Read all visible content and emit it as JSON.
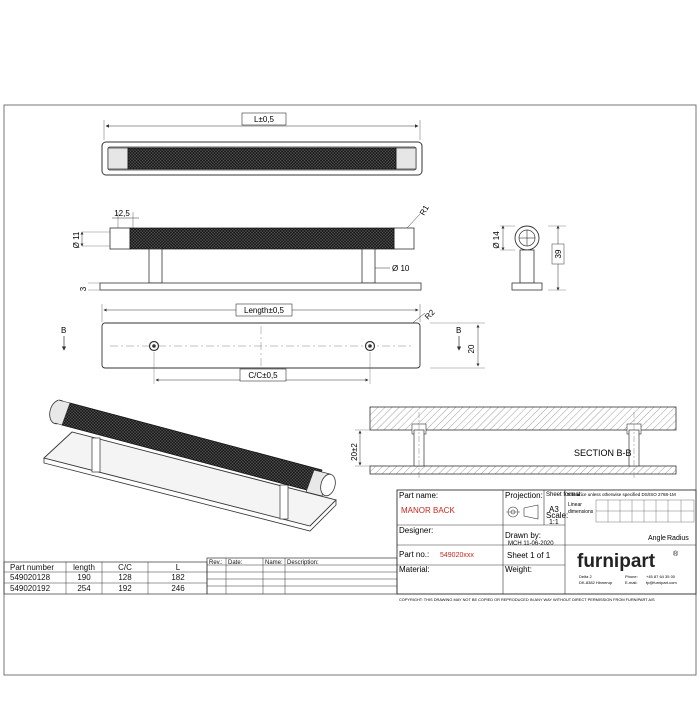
{
  "dims": {
    "top_length": "L±0,5",
    "bar_end": "12,5",
    "bar_dia": "Ø 11",
    "radius": "R1",
    "post_dia": "Ø 10",
    "base_thick": "3",
    "section_dia": "Ø 14",
    "section_height": "39",
    "plan_length": "Length±0,5",
    "plan_radius": "R2",
    "plan_width": "20",
    "plan_cc": "C/C±0,5",
    "section_label": "SECTION B-B",
    "section_height2": "20±2",
    "marker_b": "B"
  },
  "title_block": {
    "part_name_label": "Part name:",
    "part_name": "MANOR BACK",
    "projection_label": "Projection:",
    "sheet_format_label": "Sheet format:",
    "sheet_format": "A3",
    "scale_label": "Scale:",
    "scale": "1:1",
    "tolerance_title": "Tolerance unless otherwise specified DS/ISO 2768-1M",
    "linear_label": "Linear",
    "dimensions_label": "dimensions",
    "angle_label": "Angle",
    "radius_label": "Radius",
    "designer_label": "Designer:",
    "drawn_by_label": "Drawn by:",
    "drawn_by": "MCH 11-06-2020",
    "part_no_label": "Part no.:",
    "part_no": "549020xxx",
    "sheet_label": "Sheet 1 of 1",
    "material_label": "Material:",
    "weight_label": "Weight:",
    "brand": "furnipart",
    "brand_mark": "®",
    "address_1": "Delta 2",
    "address_2": "DK-8382 Hinnerup",
    "phone_label": "Phone:",
    "phone": "+45 87 64 35 00",
    "email_label": "E-mail:",
    "email": "fp@furnipart.com",
    "copyright": "COPYRIGHT: THIS DRAWING MAY NOT BE COPIED OR REPRODUCED IN ANY WAY WITHOUT DIRECT PERMISSION FROM FURNIPART A/S"
  },
  "revision_table": {
    "headers": [
      "Rev.:",
      "Date:",
      "Name:",
      "Description:"
    ]
  },
  "parts_table": {
    "headers": [
      "Part number",
      "length",
      "C/C",
      "L"
    ],
    "rows": [
      [
        "549020128",
        "190",
        "128",
        "182"
      ],
      [
        "549020192",
        "254",
        "192",
        "246"
      ]
    ]
  },
  "colors": {
    "line": "#3a3a3a",
    "knurl": "#1e1e1e",
    "red_text": "#c8281e",
    "section_hatch": "#888888"
  }
}
